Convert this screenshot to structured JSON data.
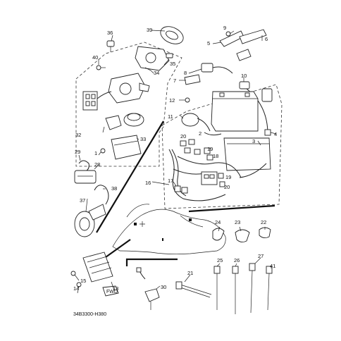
{
  "diagram": {
    "drawing_code": "34B3300-H380",
    "labels": [
      "1",
      "2",
      "3",
      "4",
      "5",
      "6",
      "7",
      "8",
      "9",
      "10",
      "11",
      "12",
      "13",
      "14",
      "15",
      "16",
      "17",
      "18",
      "19",
      "19",
      "20",
      "20",
      "21",
      "22",
      "23",
      "24",
      "25",
      "26",
      "27",
      "28",
      "29",
      "30",
      "32",
      "33",
      "34",
      "35",
      "36",
      "37",
      "38",
      "39",
      "40",
      "41"
    ]
  },
  "tag": {
    "text": "FWD"
  }
}
